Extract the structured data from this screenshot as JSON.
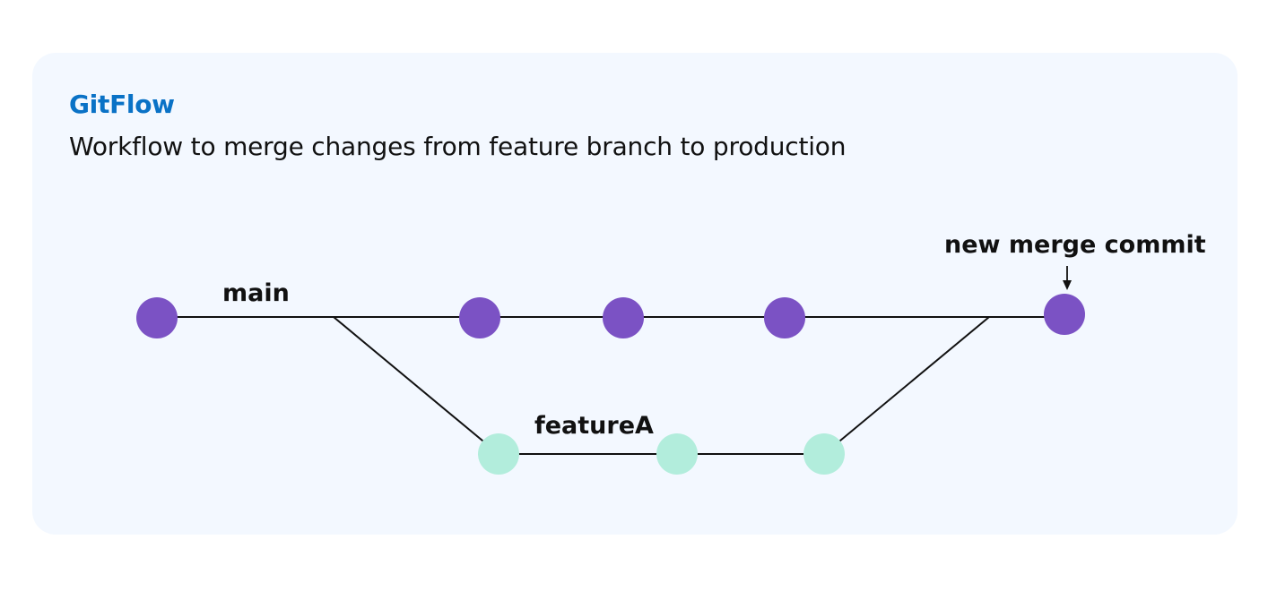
{
  "header": {
    "title": "GitFlow",
    "subtitle": "Workflow to merge changes from feature branch to production"
  },
  "diagram": {
    "branches": {
      "main": "main",
      "feature": "featureA"
    },
    "annotation": "new merge commit"
  },
  "colors": {
    "title": "#0a72c6",
    "main_commit": "#7b52c4",
    "feature_commit": "#b2eddc",
    "line": "#111111",
    "card_bg": "#f3f8ff"
  }
}
